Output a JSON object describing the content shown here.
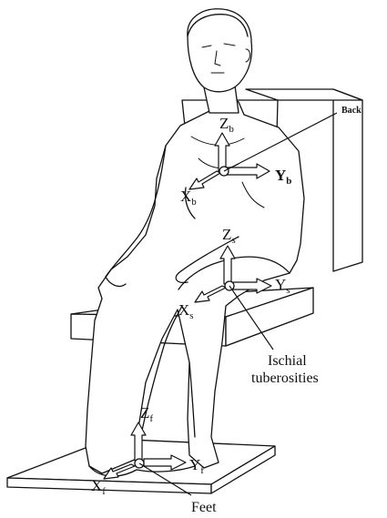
{
  "labels": {
    "back": "Back",
    "back_axes": {
      "z": "Z",
      "z_sub": "b",
      "y": "Y",
      "y_sub": "b",
      "x": "X",
      "x_sub": "b"
    },
    "seat_axes": {
      "z": "Z",
      "z_sub": "s",
      "y": "Y",
      "y_sub": "s",
      "x": "X",
      "x_sub": "s"
    },
    "feet_axes": {
      "z": "Z",
      "z_sub": "f",
      "y": "Y",
      "y_sub": "f",
      "x": "X",
      "x_sub": "f"
    },
    "ischial_line1": "Ischial",
    "ischial_line2": "tuberosities",
    "feet": "Feet"
  }
}
